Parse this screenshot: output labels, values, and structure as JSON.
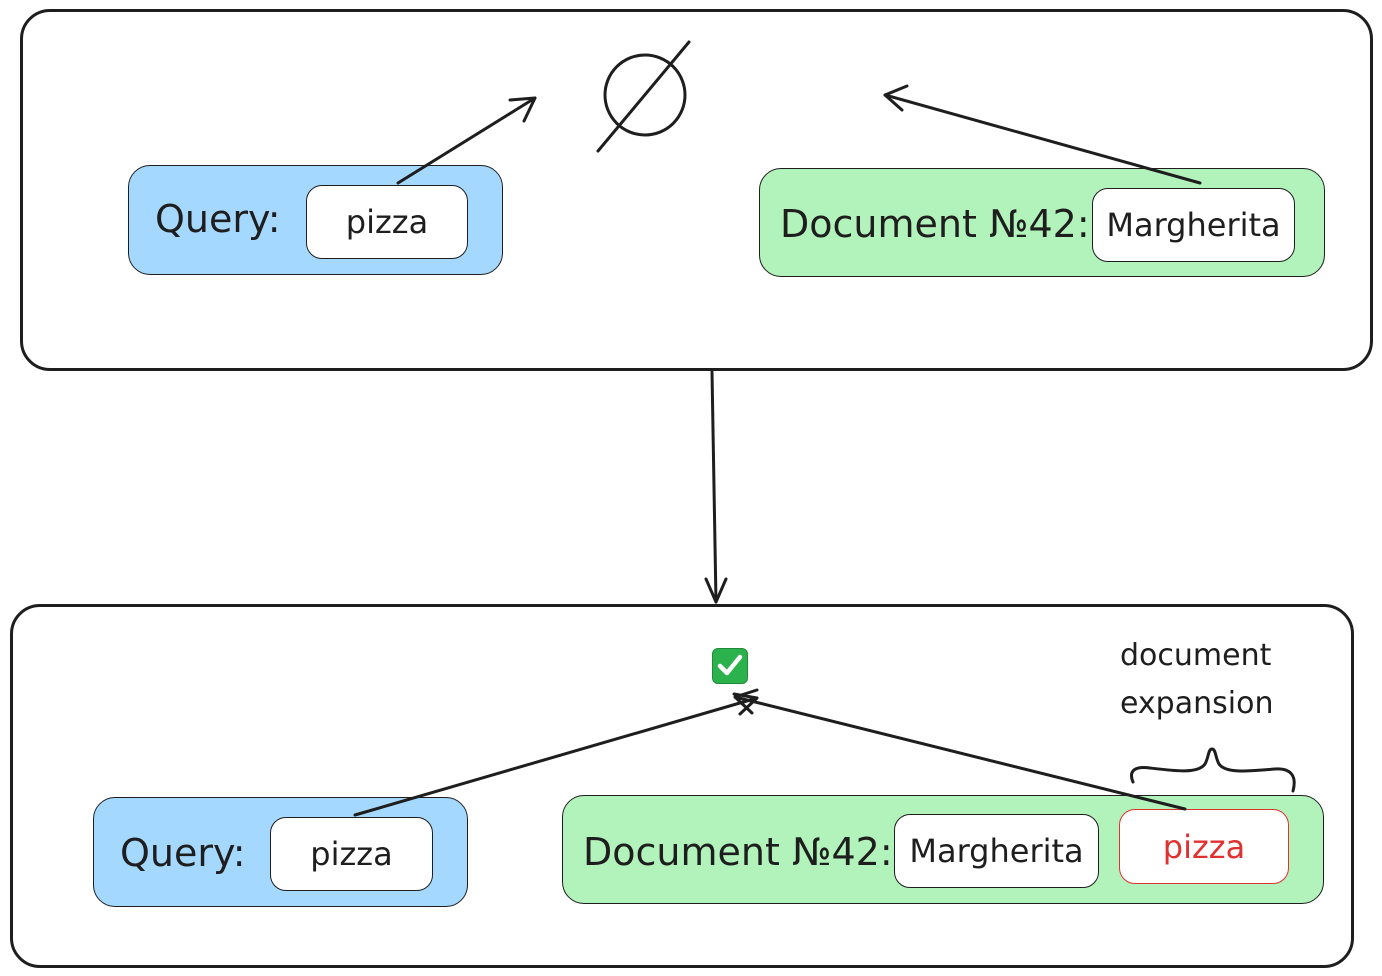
{
  "top": {
    "result_symbol": "∅",
    "query": {
      "label": "Query:",
      "token": "pizza"
    },
    "document": {
      "label": "Document №42:",
      "tokens": [
        "Margherita"
      ]
    }
  },
  "bottom": {
    "result_icon": "check-mark-icon",
    "query": {
      "label": "Query:",
      "token": "pizza"
    },
    "document": {
      "label": "Document №42:",
      "tokens": [
        "Margherita"
      ],
      "expansion_token": "pizza"
    },
    "expansion_note": {
      "line1": "document",
      "line2": "expansion"
    }
  },
  "colors": {
    "query_bg": "#a5d8ff",
    "document_bg": "#b2f2bb",
    "expansion_text": "#e03131",
    "check_bg": "#2bb24c",
    "stroke": "#1e1e1e"
  }
}
